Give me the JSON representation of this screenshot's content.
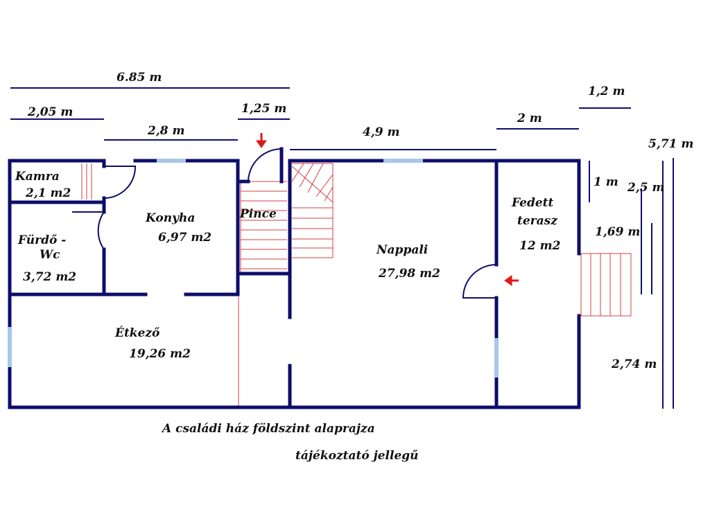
{
  "colors": {
    "wall": "#0d0d6b",
    "stair": "#d04040",
    "window": "#a8c8e8",
    "arrow": "#e01818",
    "text": "#111111"
  },
  "dimensions": {
    "total_width": "6.85 m",
    "kamra_width": "2,05 m",
    "pince_width": "1,25 m",
    "konyha_width": "2,8 m",
    "nappali_width": "4,9 m",
    "terasz_width": "2 m",
    "steps_width": "1,2 m",
    "total_depth": "5,71 m",
    "dim_1m": "1 m",
    "dim_2_5m": "2,5 m",
    "dim_1_69m": "1,69 m",
    "dim_2_74m": "2,74 m"
  },
  "rooms": {
    "kamra": {
      "name": "Kamra",
      "area": "2,1 m2"
    },
    "furdo": {
      "name_line1": "Fürdő -",
      "name_line2": "Wc",
      "area": "3,72 m2"
    },
    "konyha": {
      "name": "Konyha",
      "area": "6,97 m2"
    },
    "pince": {
      "name": "Pince"
    },
    "nappali": {
      "name": "Nappali",
      "area": "27,98 m2"
    },
    "terasz": {
      "name_line1": "Fedett",
      "name_line2": "terasz",
      "area": "12 m2"
    },
    "etkezo": {
      "name": "Étkező",
      "area": "19,26 m2"
    }
  },
  "caption": {
    "line1": "A családi ház földszint alaprajza",
    "line2": "tájékoztató jellegű"
  }
}
